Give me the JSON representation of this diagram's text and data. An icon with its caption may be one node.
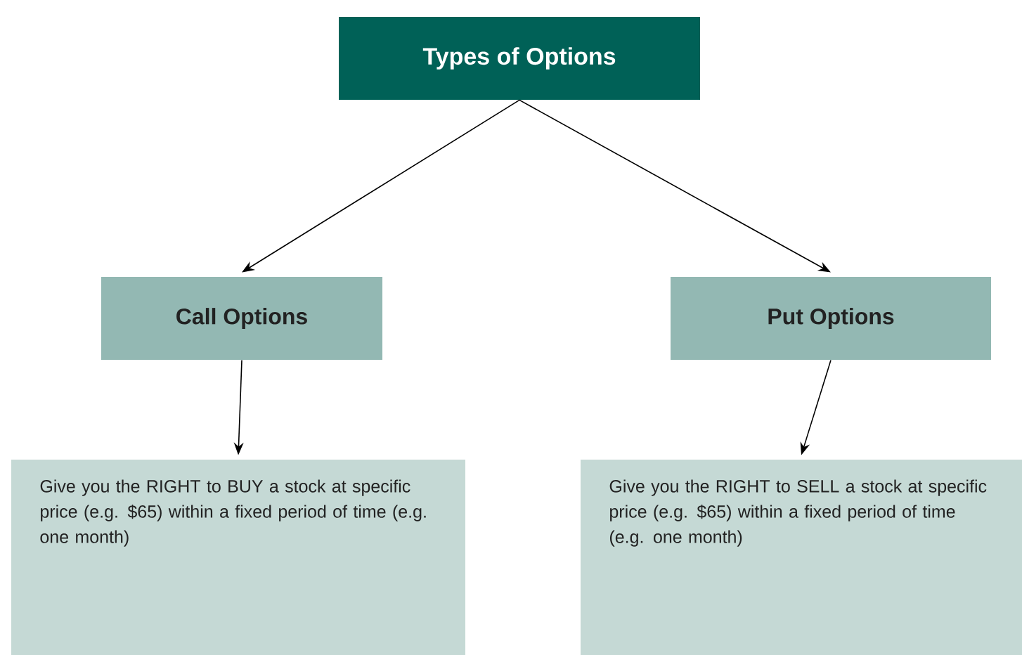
{
  "diagram": {
    "nodes": [
      {
        "text": [
          "Types of Options"
        ]
      },
      {
        "text": [
          "Call Options"
        ]
      },
      {
        "text": [
          "Put Options"
        ]
      },
      {
        "text": [
          "Give you the RIGHT to BUY a stock at specific price (e.g. $65) within a fixed period of time (e.g. one month)"
        ]
      },
      {
        "text": [
          "Give you the RIGHT to SELL a stock at specific price (e.g. $65) within a fixed period of time (e.g. one month)"
        ]
      }
    ],
    "edges": [
      {
        "from": 0,
        "to": 1,
        "arrow": "to"
      },
      {
        "from": 0,
        "to": 2,
        "arrow": "to"
      },
      {
        "from": 1,
        "to": 3,
        "arrow": "to"
      },
      {
        "from": 2,
        "to": 4,
        "arrow": "to"
      }
    ]
  }
}
